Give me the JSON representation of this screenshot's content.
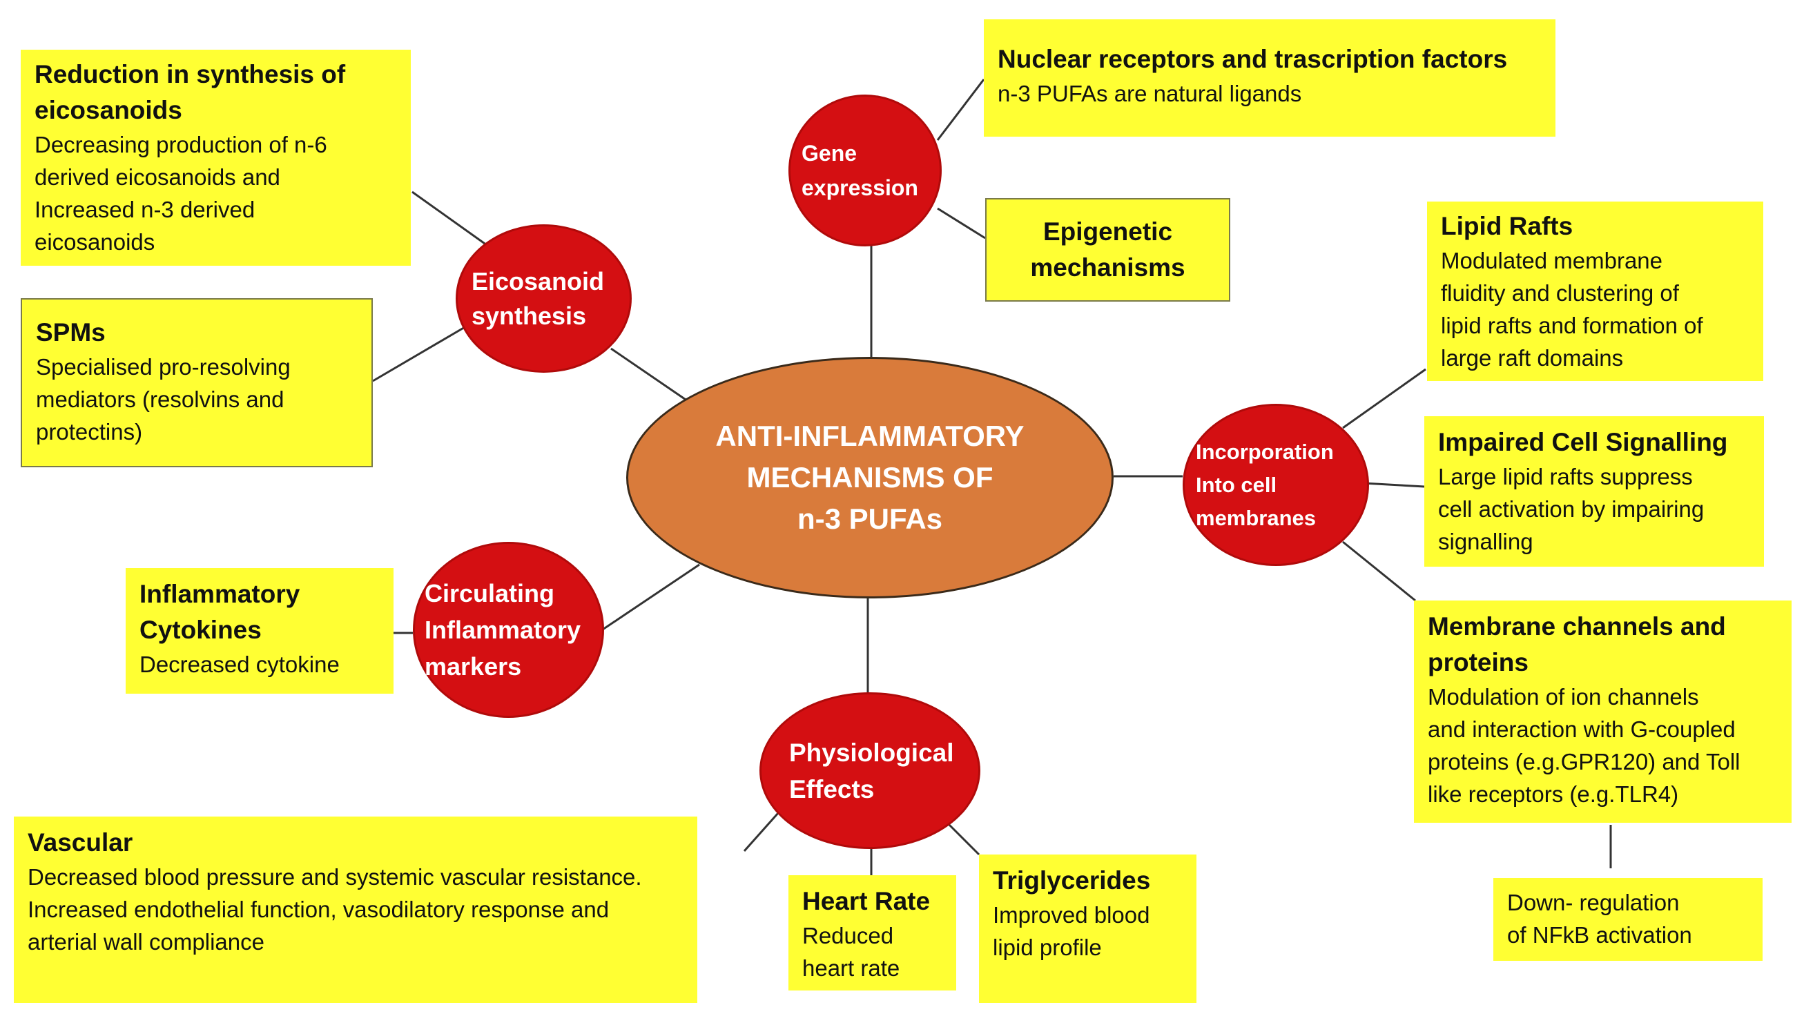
{
  "center": {
    "line1": "ANTI-INFLAMMATORY",
    "line2": "MECHANISMS OF",
    "line3": "n-3 PUFAs"
  },
  "nodes": {
    "eicosanoid": [
      "Eicosanoid",
      "synthesis"
    ],
    "gene": [
      "Gene",
      "expression"
    ],
    "incorporation": [
      "Incorporation",
      "Into cell",
      "membranes"
    ],
    "circulating": [
      "Circulating",
      "Inflammatory",
      "markers"
    ],
    "physiological": [
      "Physiological",
      "Effects"
    ]
  },
  "boxes": {
    "eicosanoids_reduction": {
      "title": [
        "Reduction in synthesis of",
        "eicosanoids"
      ],
      "desc": [
        "Decreasing production of n-6",
        "derived eicosanoids and",
        "Increased n-3 derived",
        "eicosanoids"
      ]
    },
    "spms": {
      "title": [
        "SPMs"
      ],
      "desc": [
        "Specialised pro-resolving",
        "mediators (resolvins and",
        "protectins)"
      ]
    },
    "nuclear": {
      "title": [
        "Nuclear receptors and trascription factors"
      ],
      "desc": [
        "n-3 PUFAs are natural ligands"
      ]
    },
    "epigenetic": {
      "title": [
        "Epigenetic",
        "mechanisms"
      ]
    },
    "lipid_rafts": {
      "title": [
        "Lipid Rafts"
      ],
      "desc": [
        "Modulated membrane",
        "fluidity and clustering of",
        "lipid rafts and formation of",
        "large raft domains"
      ]
    },
    "impaired": {
      "title": [
        "Impaired Cell Signalling"
      ],
      "desc": [
        "Large lipid rafts suppress",
        "cell activation by impairing",
        "signalling"
      ]
    },
    "membrane_channels": {
      "title": [
        "Membrane channels and",
        "proteins"
      ],
      "desc": [
        "Modulation of ion channels",
        "and interaction with G-coupled",
        "proteins (e.g.GPR120) and Toll",
        "like receptors (e.g.TLR4)"
      ]
    },
    "nfkb": {
      "desc": [
        "Down- regulation",
        "of NFkB activation"
      ]
    },
    "cytokines": {
      "title": [
        "Inflammatory",
        "Cytokines"
      ],
      "desc": [
        "Decreased cytokine"
      ]
    },
    "vascular": {
      "title": [
        "Vascular"
      ],
      "desc": [
        "Decreased blood pressure and systemic vascular resistance.",
        "Increased endothelial function, vasodilatory response and",
        "arterial wall compliance"
      ]
    },
    "heart_rate": {
      "title": [
        "Heart Rate"
      ],
      "desc": [
        "Reduced",
        "heart rate"
      ]
    },
    "triglycerides": {
      "title": [
        "Triglycerides"
      ],
      "desc": [
        "Improved blood",
        "lipid profile"
      ]
    }
  },
  "colors": {
    "box_fill": "#ffff33",
    "node_fill": "#d40f12",
    "center_fill": "#d97b3b",
    "line": "#333333"
  }
}
